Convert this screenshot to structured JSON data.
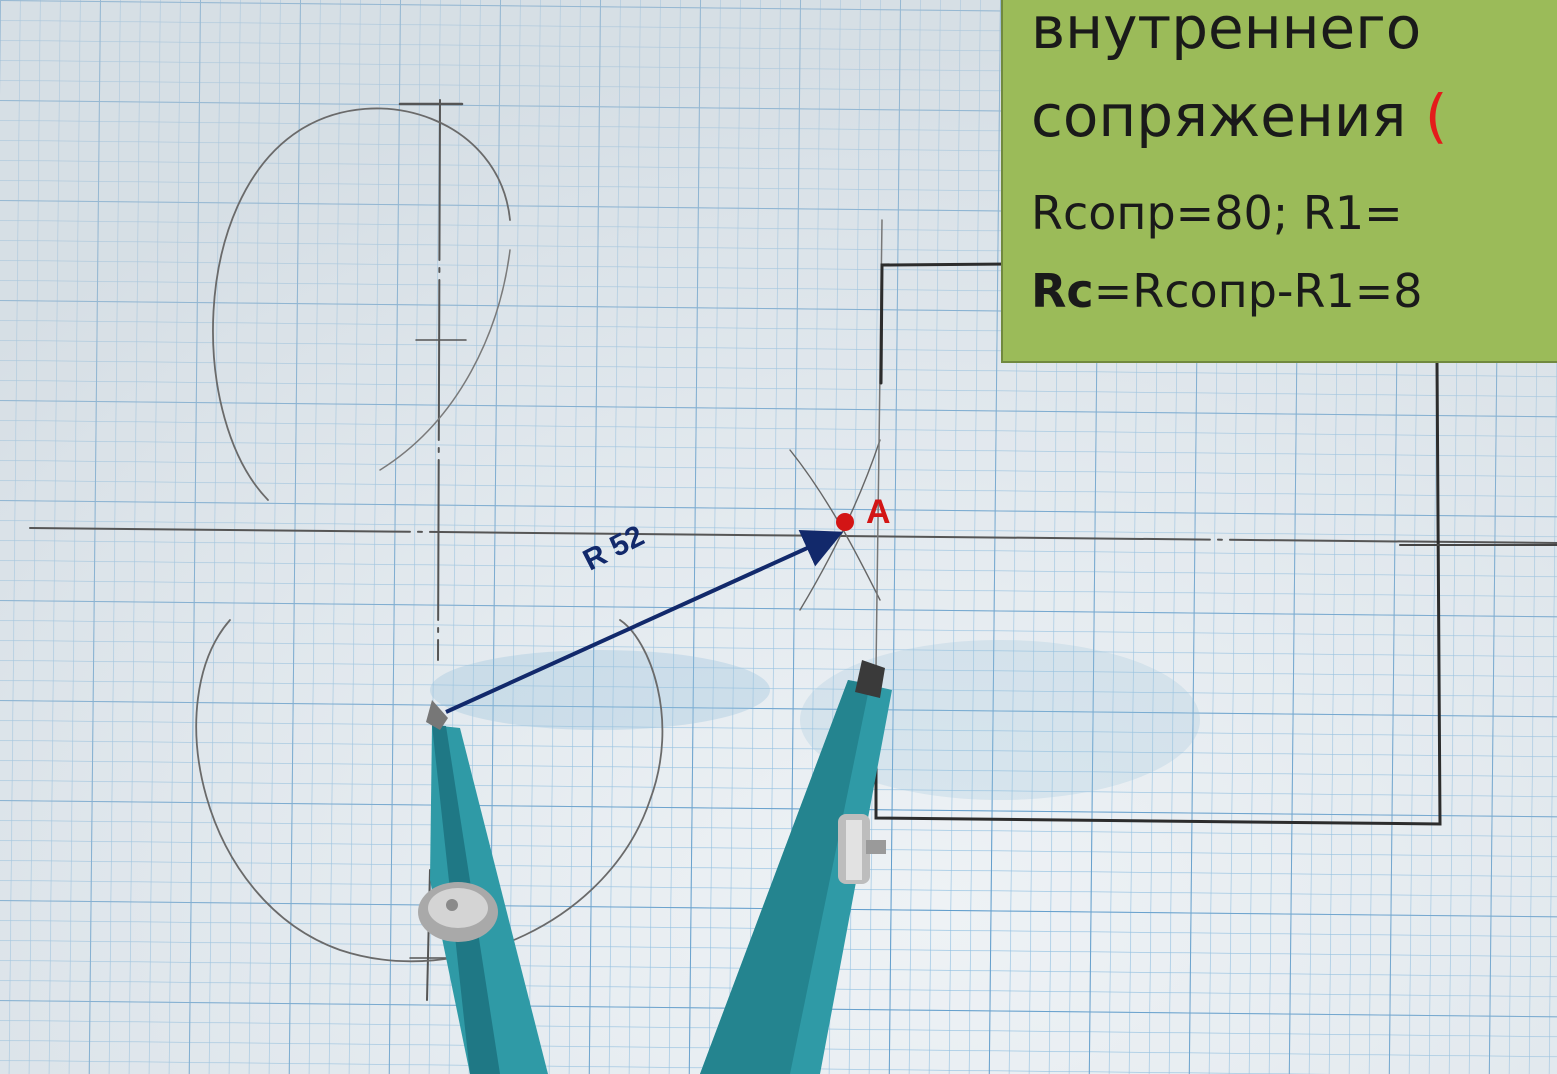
{
  "caption": {
    "line1": "внутреннего",
    "line2_main": "сопряжения",
    "line2_tail": " (",
    "line3": "Rсопр=80; R1=",
    "line4_bold": "Rc",
    "line4_rest": "=Rсопр-R1=8"
  },
  "point_label": "A",
  "radius_label": "R 52",
  "colors": {
    "caption_background": "#9bbb59",
    "caption_text": "#1a1a1a",
    "accent_red": "#e41b1b",
    "arrow_navy": "#12296b",
    "grid_blue": "#7fb3d8",
    "compass_teal": "#2f9aa6"
  },
  "icons": [
    "compass-tool",
    "point-marker",
    "arrow"
  ]
}
